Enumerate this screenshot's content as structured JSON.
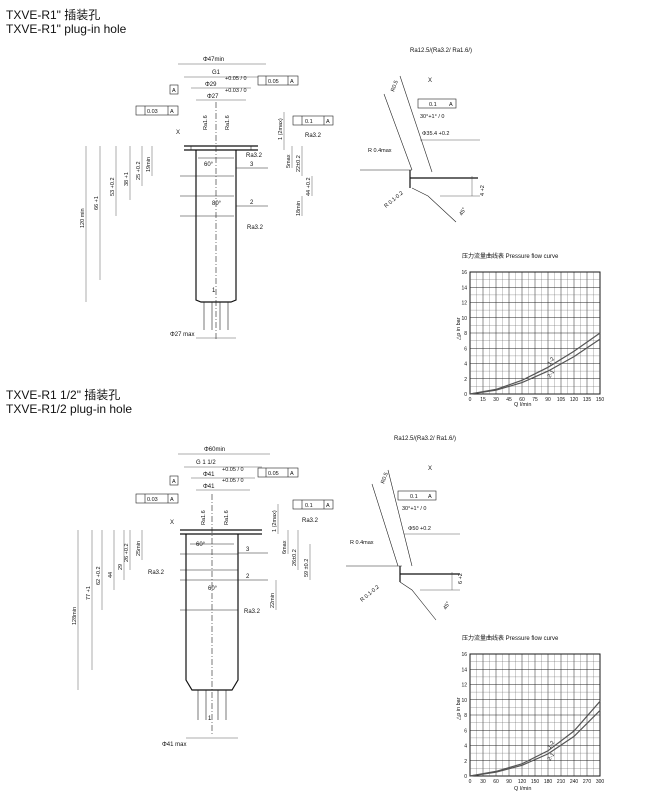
{
  "block1": {
    "title_cn": "TXVE-R1\" 插装孔",
    "title_en": "TXVE-R1\" plug-in hole",
    "dims": {
      "d47": "Φ47min",
      "g1": "G1",
      "d29": "Φ29",
      "d29tol": "+0.05 / 0",
      "d27": "Φ27",
      "d27tol": "+0.03 / 0",
      "tol_top": "0.05",
      "tol_top_ref": "A",
      "tol_03": "0.03",
      "tol_03_ref": "A",
      "perp": "0.1",
      "perp_ref": "A",
      "ra32_a": "Ra3.2",
      "ra32_b": "Ra3.2",
      "ra32_c": "Ra3.2",
      "ra16_a": "Ra1.6",
      "ra16_b": "Ra1.6",
      "x": "X",
      "d1max": "1 (2max)",
      "d5max": "5max",
      "d22": "22±0.2",
      "d44": "44 +0.2",
      "d18": "18min",
      "d60": "60°",
      "d80": "80°",
      "d19": "19min",
      "d25": "25 +0.2",
      "d38": "38 +1",
      "d53": "53 +0.2",
      "d66": "66 +1",
      "d120": "120 min",
      "d27max": "Φ27 max",
      "n1": "1",
      "n2": "2",
      "n3": "3"
    },
    "detail": {
      "ra_set": "Ra12.5/(Ra3.2/ Ra1.6/)",
      "x": "X",
      "r05": "R0.5",
      "perp": "0.1",
      "perp_ref": "A",
      "ang": "30°+1° / 0",
      "d354": "Φ35.4 +0.2",
      "r04": "R 0.4max",
      "r01": "R 0.1-0.2",
      "d4": "4 +2",
      "a45": "45°"
    },
    "chart_data": {
      "type": "line",
      "title": "压力流量曲线表  Pressure flow curve",
      "xlabel": "Q l/min",
      "ylabel": "△p in bar",
      "x_ticks": [
        0,
        15,
        30,
        45,
        60,
        75,
        90,
        105,
        120,
        135,
        150
      ],
      "y_ticks": [
        0,
        2,
        4,
        6,
        8,
        10,
        12,
        14,
        16
      ],
      "xlim": [
        0,
        150
      ],
      "ylim": [
        0,
        16
      ],
      "series": [
        {
          "name": "1-2",
          "x": [
            0,
            30,
            60,
            90,
            120,
            150
          ],
          "y": [
            0,
            0.6,
            1.8,
            3.5,
            5.6,
            8.0
          ]
        },
        {
          "name": "2-1",
          "x": [
            0,
            30,
            60,
            90,
            120,
            150
          ],
          "y": [
            0,
            0.5,
            1.5,
            3.0,
            4.9,
            7.2
          ]
        }
      ]
    }
  },
  "block2": {
    "title_cn": "TXVE-R1 1/2\" 插装孔",
    "title_en": "TXVE-R1/2 plug-in hole",
    "dims": {
      "d60": "Φ60min",
      "g112": "G 1 1/2",
      "d41a": "Φ41",
      "d41atol": "+0.05 / 0",
      "d41b": "Φ41",
      "d41btol": "+0.05 / 0",
      "tol_top": "0.05",
      "tol_top_ref": "A",
      "tol_03": "0.03",
      "tol_03_ref": "A",
      "perp": "0.1",
      "perp_ref": "A",
      "ra32_a": "Ra3.2",
      "ra32_b": "Ra3.2",
      "ra32_c": "Ra3.2",
      "ra16_a": "Ra1.6",
      "ra16_b": "Ra1.6",
      "x": "X",
      "d1max": "1 (2max)",
      "d6max": "6max",
      "d26": "26±0.2",
      "d59": "59 ±0.2",
      "d22": "22min",
      "a60a": "60°",
      "a60b": "60°",
      "d29": "29",
      "d26b": "26 +0.2",
      "d44": "44",
      "d62": "62 +0.2",
      "d77": "77 +1",
      "d128": "128min",
      "d41max": "Φ41 max",
      "d25": "25min",
      "n1": "1",
      "n2": "2",
      "n3": "3"
    },
    "detail": {
      "ra_set": "Ra12.5/(Ra3.2/ Ra1.6/)",
      "x": "X",
      "r05": "R0.5",
      "perp": "0.1",
      "perp_ref": "A",
      "ang": "30°+1° / 0",
      "d50": "Φ50 +0.2",
      "r04": "R 0.4max",
      "r01": "R 0.1-0.2",
      "d6": "6 +2",
      "a45": "45°"
    },
    "chart_data": {
      "type": "line",
      "title": "压力流量曲线表  Pressure flow curve",
      "xlabel": "Q l/min",
      "ylabel": "△p in bar",
      "x_ticks": [
        0,
        30,
        60,
        90,
        120,
        150,
        180,
        210,
        240,
        270,
        300
      ],
      "y_ticks": [
        0,
        2,
        4,
        6,
        8,
        10,
        12,
        14,
        16
      ],
      "xlim": [
        0,
        300
      ],
      "ylim": [
        0,
        16
      ],
      "series": [
        {
          "name": "1-2",
          "x": [
            0,
            60,
            120,
            180,
            240,
            300
          ],
          "y": [
            0,
            0.6,
            1.6,
            3.3,
            5.9,
            9.8
          ]
        },
        {
          "name": "2-1",
          "x": [
            0,
            60,
            120,
            180,
            240,
            300
          ],
          "y": [
            0,
            0.5,
            1.4,
            2.9,
            5.2,
            8.6
          ]
        }
      ]
    }
  },
  "colors": {
    "line": "#222222",
    "curve": "#555555"
  }
}
